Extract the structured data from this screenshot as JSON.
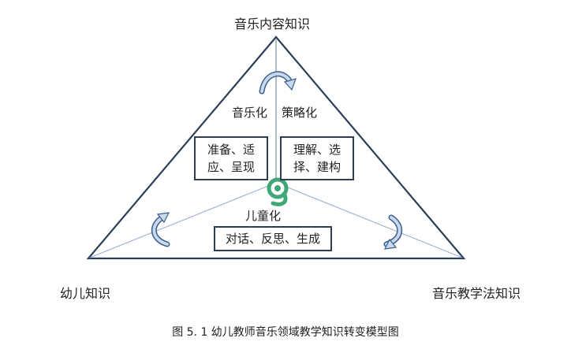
{
  "diagram": {
    "vertices": {
      "top": "音乐内容知识",
      "left": "幼儿知识",
      "right": "音乐教学法知识"
    },
    "labels": {
      "musicalization": "音乐化",
      "strategization": "策略化",
      "childization": "儿童化"
    },
    "boxes": {
      "left": {
        "line1": "准备、适",
        "line2": "应、呈现"
      },
      "right": {
        "line1": "理解、选",
        "line2": "择、建构"
      },
      "bottom": {
        "line1": "对话、反思、生成"
      }
    },
    "colors": {
      "outline": "#2c3e56",
      "arrow_fill": "#c9d9ec",
      "arrow_stroke": "#3a5f8f",
      "inner_lines": "#9fb4d4",
      "center_icon": "#3fa876"
    }
  },
  "caption": "图 5. 1 幼儿教师音乐领域教学知识转变模型图"
}
